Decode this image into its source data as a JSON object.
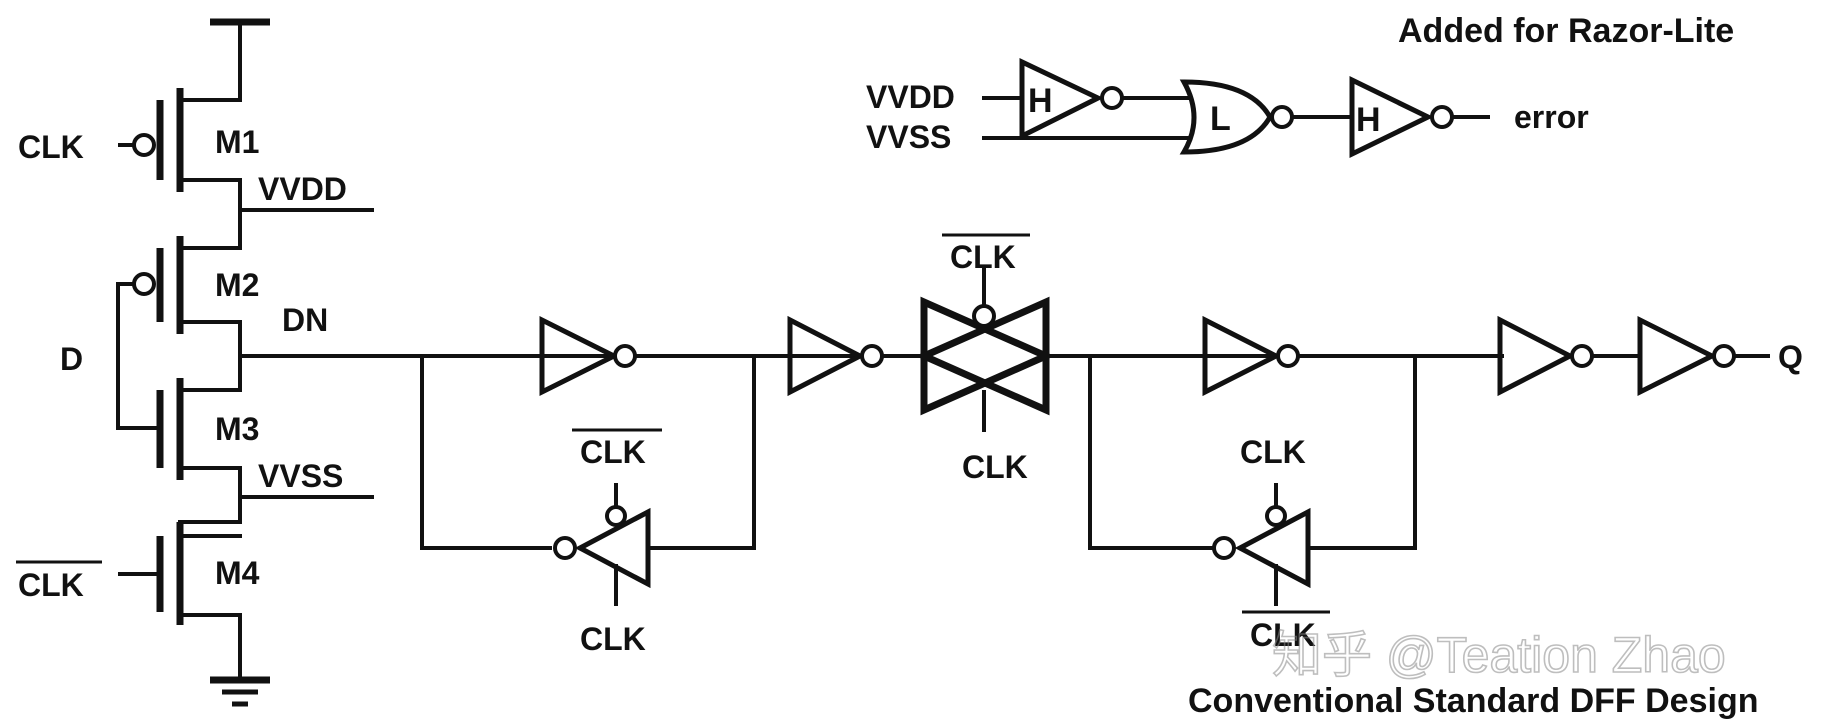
{
  "title_top": "Added for Razor-Lite",
  "title_bottom": "Conventional Standard DFF Design",
  "watermark": "知乎 @Teation Zhao",
  "labels": {
    "clk": "CLK",
    "clk_bar": "CLK",
    "d": "D",
    "dn": "DN",
    "q": "Q",
    "m1": "M1",
    "m2": "M2",
    "m3": "M3",
    "m4": "M4",
    "vvdd": "VVDD",
    "vvss": "VVSS",
    "error": "error",
    "gate_h": "H",
    "gate_l": "L"
  },
  "colors": {
    "ink": "#111111",
    "background": "#ffffff",
    "watermark": "#8a8a8a"
  }
}
